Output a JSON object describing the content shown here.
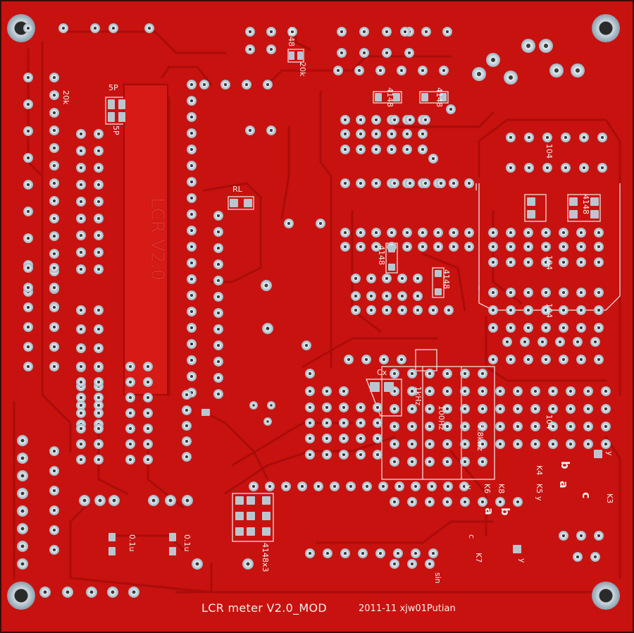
{
  "board": {
    "title": "LCR meter V2.0_MOD",
    "credit": "2011-11 xjw01Putian",
    "silk_logo": "LCR V2.0",
    "colors": {
      "soldermask": "#c8120f",
      "trace": "#b00d0b",
      "pad": "#b9c6cf",
      "silk": "#f4f0ee",
      "board_edge": "#2a0c08"
    }
  },
  "labels": {
    "diode_top": "4148",
    "res_top": "20k",
    "diode_a": "4148",
    "diode_b": "4148",
    "res_left": "20k",
    "cap_5p_a": "5P",
    "cap_5p_b": "5P",
    "rl": "RL",
    "cap104_1": "104",
    "cap104_2": "104",
    "cap104_3": "104",
    "cap104_4": "104",
    "diode_right": "4148",
    "diode_mid1": "4148",
    "diode_mid2": "4148",
    "cx": "Cx",
    "freq_1k": "1kHz",
    "freq_100": "100Hz",
    "freq_78k": "7.8kHz",
    "diode_x3": "4148x3",
    "cap_01u_a": "0.1u",
    "cap_01u_b": "0.1u",
    "k8": "K8",
    "k6": "K6",
    "k4": "K4",
    "k5": "K5",
    "k3": "K3",
    "k7": "K7",
    "sw_a1": "a",
    "sw_b1": "b",
    "sw_a2": "a",
    "sw_b2": "b",
    "sw_c1": "c",
    "sw_c2": "c",
    "sw_y1": "y",
    "sw_y2": "y",
    "sw_y3": "y",
    "sw_y4": "y",
    "sin": "sin"
  }
}
